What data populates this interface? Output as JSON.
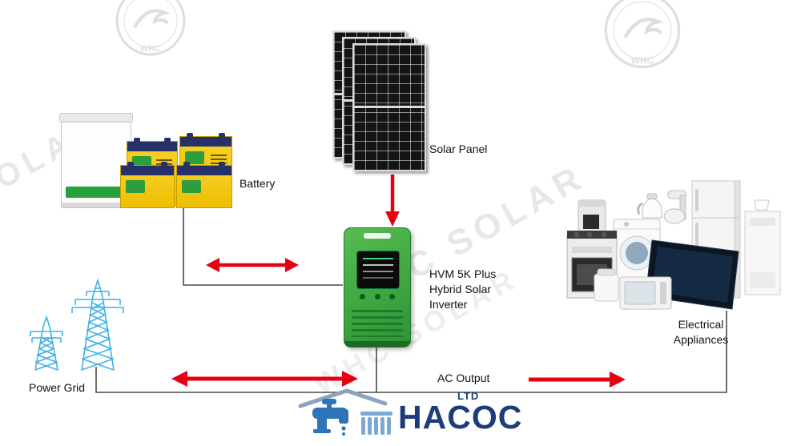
{
  "watermark": {
    "text": "WHC SOLAR",
    "badge_text": "WHC"
  },
  "labels": {
    "solar_panel": "Solar Panel",
    "battery": "Battery",
    "inverter_line1": "HVM 5K Plus",
    "inverter_line2": "Hybrid Solar",
    "inverter_line3": "Inverter",
    "power_grid": "Power Grid",
    "ac_output": "AC Output",
    "appliances_line1": "Electrical",
    "appliances_line2": "Appliances"
  },
  "logo": {
    "name": "HACOC",
    "suffix": "LTD"
  },
  "colors": {
    "arrow_red": "#e60012",
    "connector_gray": "#4a4a4a",
    "inverter_green": "#3fa23f",
    "battery_yellow": "#f2c500",
    "battery_navy": "#273169",
    "grid_blue": "#41b1e6",
    "logo_navy": "#1d3d7a",
    "logo_blue": "#2f74b8"
  }
}
